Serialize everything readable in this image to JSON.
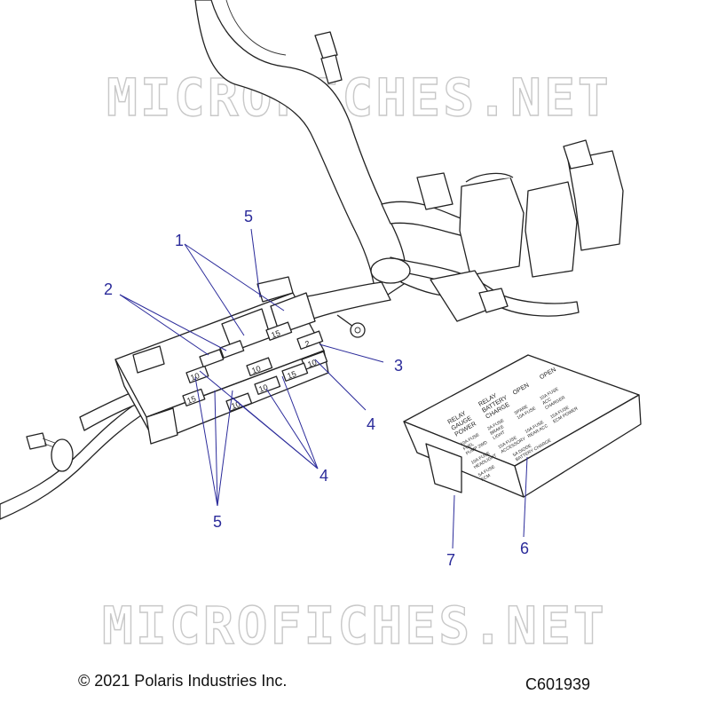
{
  "watermark": {
    "text": "MICROFICHES.NET"
  },
  "callouts": [
    {
      "label": "1"
    },
    {
      "label": "2"
    },
    {
      "label": "3"
    },
    {
      "label": "4"
    },
    {
      "label": "4"
    },
    {
      "label": "5"
    },
    {
      "label": "5"
    },
    {
      "label": "6"
    },
    {
      "label": "7"
    }
  ],
  "fuse_block": {
    "fuse_ratings": [
      "2",
      "10",
      "10",
      "15",
      "10",
      "10",
      "15",
      "10",
      "15"
    ]
  },
  "fuse_cover_decal": {
    "lines": [
      [
        "RELAY",
        "GAUGE",
        "POWER"
      ],
      [
        "RELAY",
        "BATTERY",
        "CHARGE"
      ],
      [
        "OPEN"
      ],
      [
        "OPEN"
      ],
      [
        "10A FUSE",
        "FUEL",
        "PUMP 2WD"
      ],
      [
        "2A FUSE",
        "BRAKE",
        "LIGHT"
      ],
      [
        "SPARE",
        "10A FUSE"
      ],
      [
        "10A FUSE",
        "ACC",
        "CHARGER"
      ],
      [
        "10A FUSE",
        "HEADLIGHT"
      ],
      [
        "15A FUSE",
        "ACCESSORY"
      ],
      [
        "10A FUSE",
        "REAR ACC"
      ],
      [
        "15A FUSE",
        "ECM POWER"
      ],
      [
        "5A FUSE",
        "ECM"
      ],
      [
        "5A DIODE",
        "BATTERY CHARGE"
      ]
    ]
  },
  "footer": {
    "copyright": "© 2021 Polaris Industries Inc.",
    "figure_id": "C601939"
  }
}
